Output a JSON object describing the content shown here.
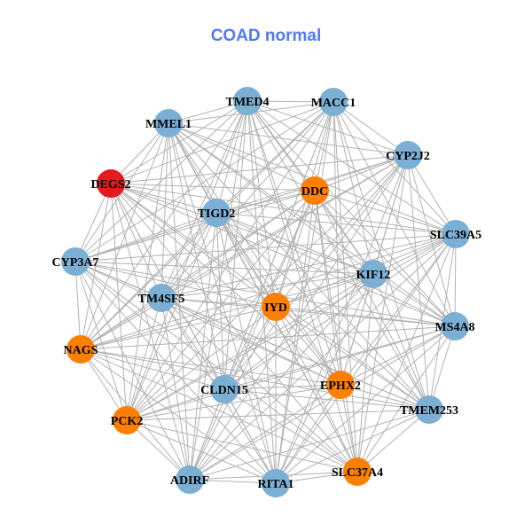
{
  "title": "COAD normal",
  "colors": {
    "blue": "#7bafd4",
    "orange": "#ff7f00",
    "red": "#e41a1c",
    "edge": "#b3b3b3"
  },
  "graph": {
    "edges": "all-pairs"
  },
  "nodes": [
    {
      "id": "TMED4",
      "group": "blue"
    },
    {
      "id": "MACC1",
      "group": "blue"
    },
    {
      "id": "MMEL1",
      "group": "blue"
    },
    {
      "id": "CYP2J2",
      "group": "blue"
    },
    {
      "id": "DEGS2",
      "group": "red"
    },
    {
      "id": "DDC",
      "group": "orange"
    },
    {
      "id": "TIGD2",
      "group": "blue"
    },
    {
      "id": "SLC39A5",
      "group": "blue"
    },
    {
      "id": "CYP3A7",
      "group": "blue"
    },
    {
      "id": "KIF12",
      "group": "blue"
    },
    {
      "id": "TM4SF5",
      "group": "blue"
    },
    {
      "id": "IYD",
      "group": "orange"
    },
    {
      "id": "MS4A8",
      "group": "blue"
    },
    {
      "id": "NAGS",
      "group": "orange"
    },
    {
      "id": "EPHX2",
      "group": "orange"
    },
    {
      "id": "CLDN15",
      "group": "blue"
    },
    {
      "id": "TMEM253",
      "group": "blue"
    },
    {
      "id": "PCK2",
      "group": "orange"
    },
    {
      "id": "SLC37A4",
      "group": "orange"
    },
    {
      "id": "ADIRF",
      "group": "blue"
    },
    {
      "id": "RITA1",
      "group": "blue"
    }
  ]
}
